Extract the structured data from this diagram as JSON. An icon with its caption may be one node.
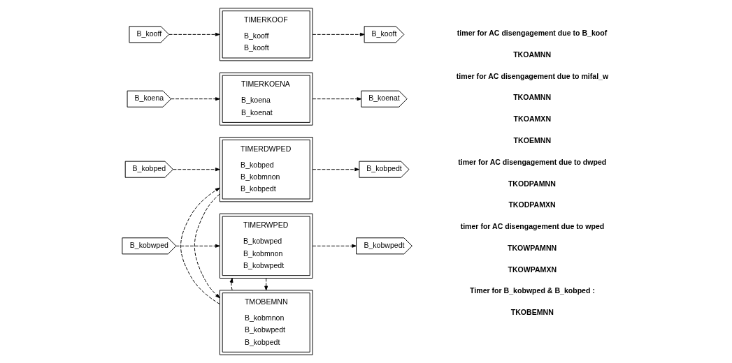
{
  "diagram": {
    "nodes": [
      {
        "text": [
          "B_kooff"
        ]
      },
      {
        "text": [
          "TIMERKOOF",
          "B_kooff",
          "B_kooft"
        ]
      },
      {
        "text": [
          "B_kooft"
        ]
      },
      {
        "text": [
          "B_koena"
        ]
      },
      {
        "text": [
          "TIMERKOENA",
          "B_koena",
          "B_koenat"
        ]
      },
      {
        "text": [
          "B_koenat"
        ]
      },
      {
        "text": [
          "B_kobped"
        ]
      },
      {
        "text": [
          "TIMERDWPED",
          "B_kobped",
          "B_kobmnon",
          "B_kobpedt"
        ]
      },
      {
        "text": [
          "B_kobpedt"
        ]
      },
      {
        "text": [
          "B_kobwped"
        ]
      },
      {
        "text": [
          "TIMERWPED",
          "B_kobwped",
          "B_kobmnon",
          "B_kobwpedt"
        ]
      },
      {
        "text": [
          "B_kobwpedt"
        ]
      },
      {
        "text": [
          "TMOBEMNN",
          "B_kobmnon",
          "B_kobwpedt",
          "B_kobpedt"
        ]
      }
    ],
    "edges": [
      {
        "from": 0,
        "to": 1,
        "arrow": "to",
        "style": "dashed"
      },
      {
        "from": 1,
        "to": 2,
        "arrow": "to",
        "style": "dashed"
      },
      {
        "from": 3,
        "to": 4,
        "arrow": "to",
        "style": "dashed"
      },
      {
        "from": 4,
        "to": 5,
        "arrow": "to",
        "style": "dashed"
      },
      {
        "from": 6,
        "to": 7,
        "arrow": "to",
        "style": "dashed"
      },
      {
        "from": 7,
        "to": 8,
        "arrow": "to",
        "style": "dashed"
      },
      {
        "from": 7,
        "to": 12,
        "arrow": "to",
        "style": "dashed"
      },
      {
        "from": 9,
        "to": 10,
        "arrow": "to",
        "style": "dashed"
      },
      {
        "from": 10,
        "to": 11,
        "arrow": "to",
        "style": "dashed"
      },
      {
        "from": 10,
        "to": 12,
        "arrow": "to",
        "style": "dashed"
      },
      {
        "from": 12,
        "to": 7,
        "arrow": "to",
        "style": "dashed"
      },
      {
        "from": 12,
        "to": 10,
        "arrow": "to",
        "style": "dashed"
      }
    ],
    "labels": [
      "timer for AC disengagement due to B_koof",
      "TKOAMNN",
      "timer for AC disengagement due to mifal_w",
      "TKOAMNN",
      "TKOAMXN",
      "TKOEMNN",
      "timer for AC disengagement due to dwped",
      "TKODPAMNN",
      "TKODPAMXN",
      "timer for AC disengagement due to wped",
      "TKOWPAMNN",
      "TKOWPAMXN",
      "Timer for B_kobwped & B_kobped :",
      "TKOBEMNN"
    ]
  }
}
